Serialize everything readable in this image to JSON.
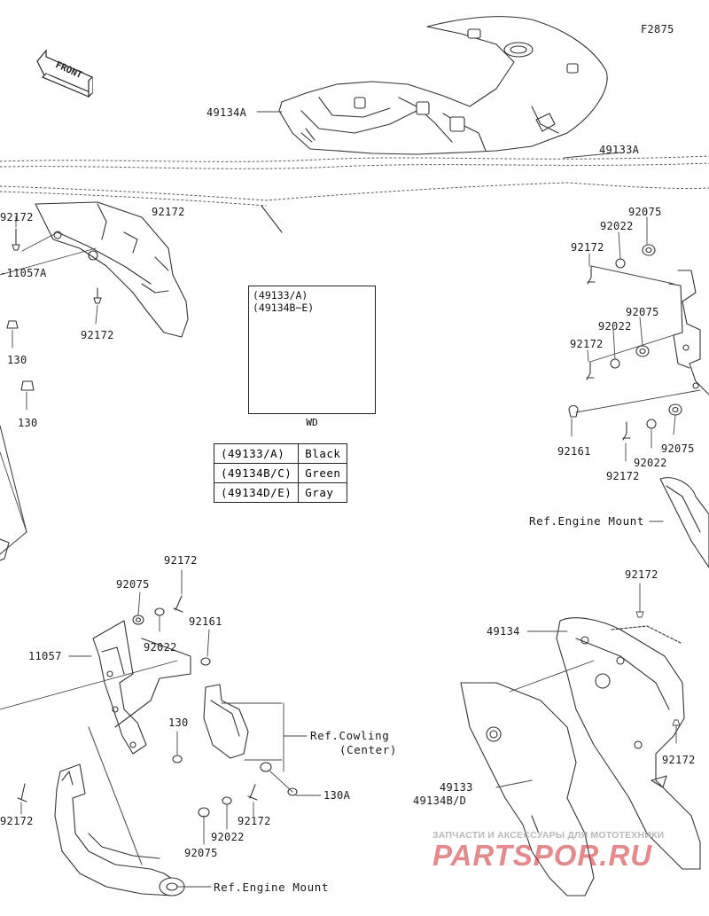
{
  "figure_code": "F2875",
  "front_label": "FRONT",
  "inset": {
    "line1": "(49133/A)",
    "line2": "(49134B~E)",
    "caption": "WD"
  },
  "color_table": [
    {
      "code": "(49133/A)",
      "color": "Black"
    },
    {
      "code": "(49134B/C)",
      "color": "Green"
    },
    {
      "code": "(49134D/E)",
      "color": "Gray"
    }
  ],
  "labels": {
    "l49134A": "49134A",
    "l49133A": "49133A",
    "l92172_tl": "92172",
    "l92172_tl2": "92172",
    "l11057A": "-11057A",
    "l92172_tl3": "92172",
    "l130_a": "130",
    "l130_b": "130",
    "r92075_a": "92075",
    "r92022_a": "92022",
    "r92172_a": "92172",
    "r92075_b": "92075",
    "r92022_b": "92022",
    "r92172_b": "92172",
    "r92161": "92161",
    "r92075_c": "92075",
    "r92022_c": "92022",
    "r92172_c": "92172",
    "ref_engine_top": "Ref.Engine Mount",
    "b92172_top": "92172",
    "b92075": "92075",
    "b92022": "92022",
    "b92161": "92161",
    "b11057": "11057",
    "b130": "130",
    "ref_cowl_1": "Ref.Cowling",
    "ref_cowl_2": "(Center)",
    "b130A": "130A",
    "b92172_left": "92172",
    "b92022_low": "92022",
    "b92172_low": "92172",
    "b92075_low": "92075",
    "ref_engine_bottom": "Ref.Engine Mount",
    "br92172": "92172",
    "br49134": "49134",
    "br92172_b": "92172",
    "br49133": "49133",
    "br49134BD": "49134B/D"
  },
  "watermark": {
    "line1": "ЗАПЧАСТИ И АКСЕССУАРЫ ДЛЯ МОТОТЕХНИКИ",
    "line2": "PARTSPOR.RU"
  }
}
